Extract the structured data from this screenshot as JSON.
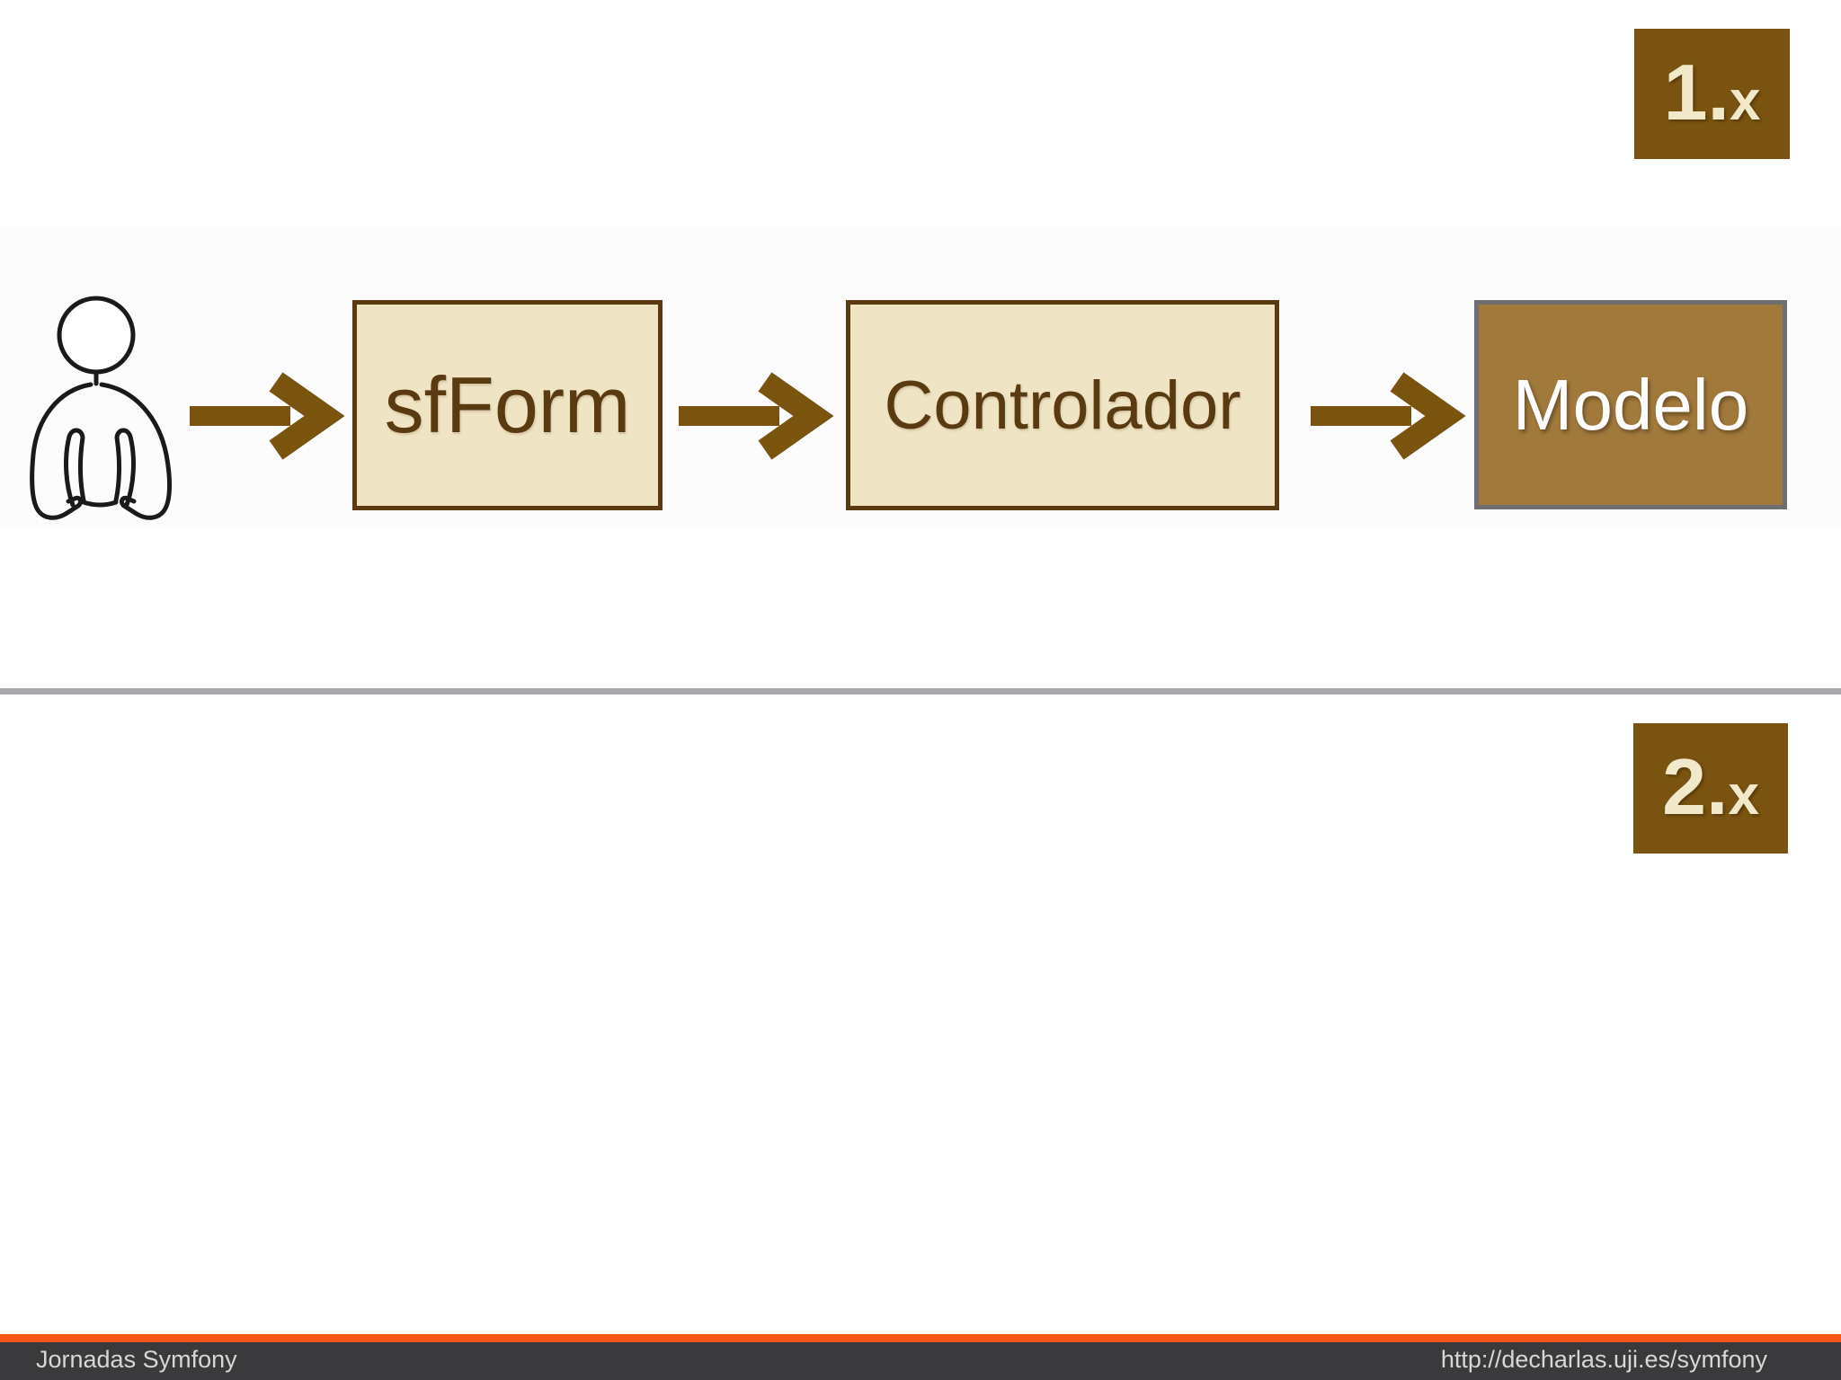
{
  "badges": {
    "v1": {
      "major": "1.",
      "minor": "x"
    },
    "v2": {
      "major": "2.",
      "minor": "x"
    }
  },
  "diagram": {
    "actor": "person-icon",
    "nodes": [
      {
        "label": "sfForm"
      },
      {
        "label": "Controlador"
      },
      {
        "label": "Modelo"
      }
    ],
    "flow": [
      "person-icon",
      "sfForm",
      "Controlador",
      "Modelo"
    ]
  },
  "footer": {
    "left": "Jornadas Symfony",
    "right": "http://decharlas.uji.es/symfony"
  },
  "colors": {
    "badge_brown": "#7a5310",
    "arrow_brown": "#7a530e",
    "box_cream_fill": "#efe4c4",
    "box_border_brown": "#5b3a12",
    "box_text_brown": "#5a3a10",
    "modelo_fill": "#a1793b",
    "modelo_border": "#6f6f71",
    "divider_gray": "#a9a9ad",
    "footer_orange": "#f4570f",
    "footer_dark": "#3a393b",
    "footer_text": "#d8d7d5"
  }
}
